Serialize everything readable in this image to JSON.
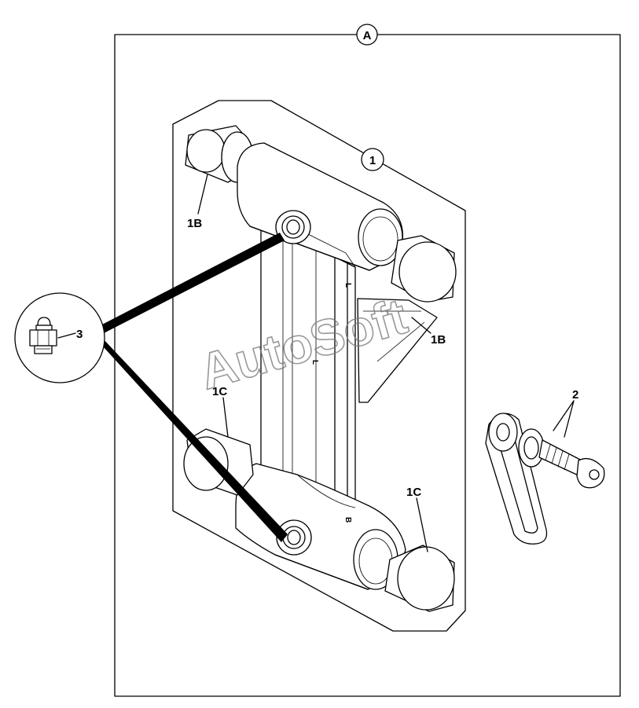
{
  "callouts": {
    "view": "A",
    "part_assembly": "1",
    "upper_pin_left": "1B",
    "upper_pin_right": "1B",
    "lower_pin_left": "1C",
    "lower_pin_right": "1C",
    "shackle": "2",
    "grease_fitting": "3"
  },
  "link_markings": {
    "upper": "L",
    "middle": "L",
    "lower": "B"
  },
  "watermark": "AutoSoft",
  "colors": {
    "ink": "#000000",
    "paper": "#ffffff",
    "watermark": "#777777"
  }
}
